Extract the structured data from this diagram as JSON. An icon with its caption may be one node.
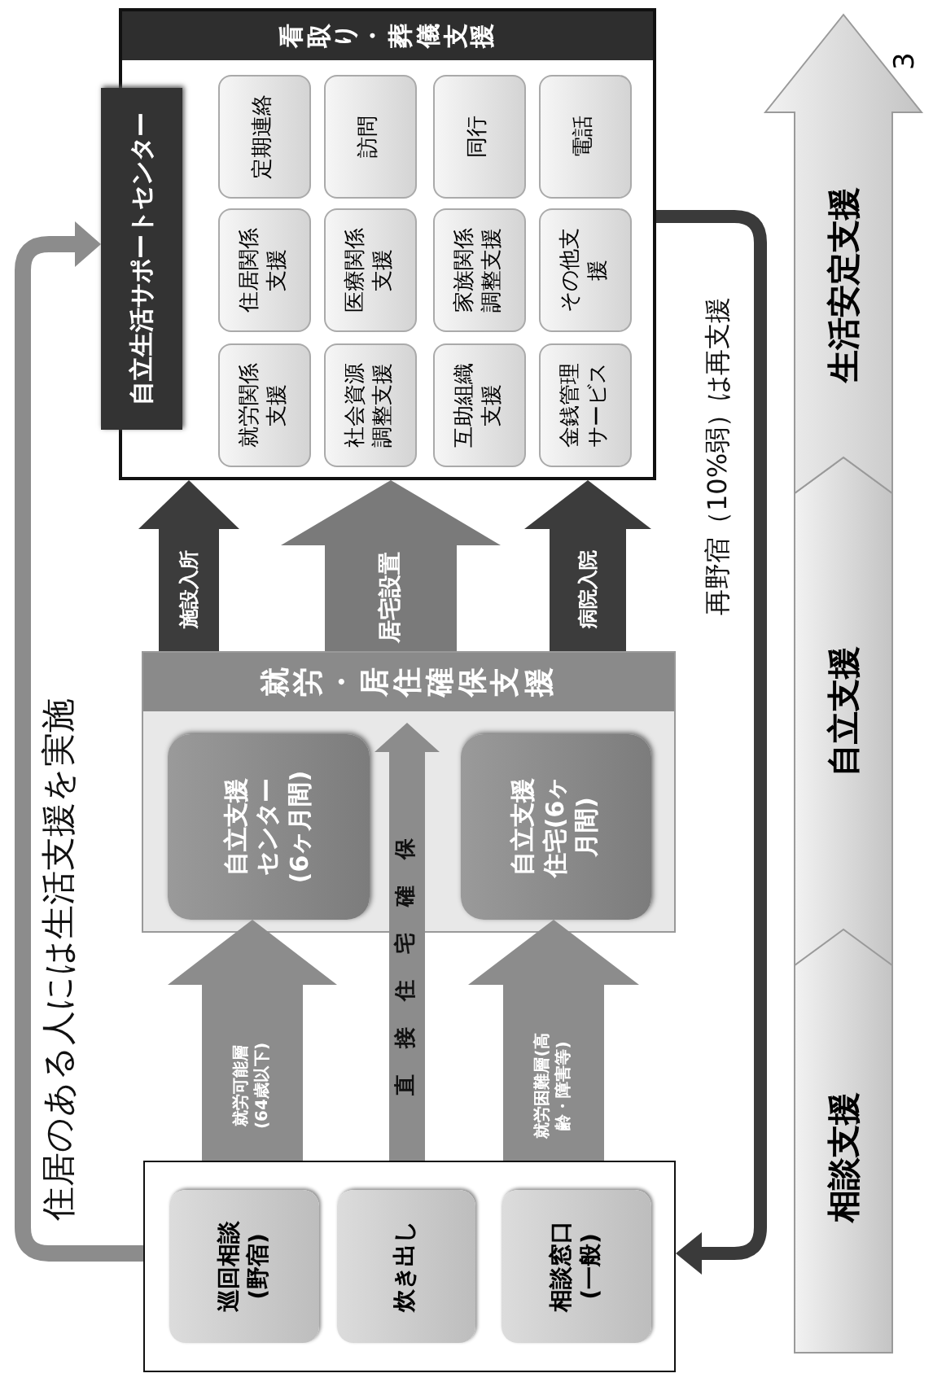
{
  "diagram": {
    "nodes": [
      {
        "text": [],
        "shape": "box"
      },
      {
        "text": [
          "巡回相談(野宿)"
        ],
        "in": 0
      },
      {
        "text": [
          "炊き出し"
        ],
        "in": 0
      },
      {
        "text": [
          "相談窓口(一般)"
        ],
        "in": 0
      },
      {
        "text": [
          "就労・居住確保支援"
        ]
      },
      {
        "text": [
          "自立支援センター(6ヶ月間)"
        ],
        "in": 4
      },
      {
        "text": [
          "自立支援住宅(6ヶ月間)"
        ],
        "in": 4
      },
      {
        "text": [
          "自立生活サポートセンター"
        ]
      },
      {
        "text": [
          "看取り・葬儀支援"
        ]
      },
      {
        "text": [
          "就労関係支援"
        ],
        "in": 8
      },
      {
        "text": [
          "住居関係支援"
        ],
        "in": 8
      },
      {
        "text": [
          "定期連絡"
        ],
        "in": 8
      },
      {
        "text": [
          "社会資源調整支援"
        ],
        "in": 8
      },
      {
        "text": [
          "医療関係支援"
        ],
        "in": 8
      },
      {
        "text": [
          "訪問"
        ],
        "in": 8
      },
      {
        "text": [
          "互助組織支援"
        ],
        "in": 8
      },
      {
        "text": [
          "家族関係調整支援"
        ],
        "in": 8
      },
      {
        "text": [
          "同行"
        ],
        "in": 8
      },
      {
        "text": [
          "金銭管理サービス"
        ],
        "in": 8
      },
      {
        "text": [
          "その他支援"
        ],
        "in": 8
      },
      {
        "text": [
          "電話"
        ],
        "in": 8
      },
      {
        "text": [
          "相談支援"
        ]
      },
      {
        "text": [
          "自立支援"
        ]
      },
      {
        "text": [
          "生活安定支援"
        ]
      }
    ],
    "edges": [
      {
        "from": 0,
        "to": 5,
        "arrow": "to",
        "label": "就労可能層(64歳以下)"
      },
      {
        "from": 0,
        "to": 6,
        "arrow": "to",
        "label": "就労困難層(高齢・障害等)"
      },
      {
        "from": 0,
        "to": 4,
        "arrow": "to",
        "label": "直接住宅確保"
      },
      {
        "from": 4,
        "to": 8,
        "arrow": "to",
        "label": "施設入所",
        "color": "#3c3c3c"
      },
      {
        "from": 4,
        "to": 8,
        "arrow": "to",
        "label": "居宅設置",
        "style": "thick",
        "color": "#7a7a7a"
      },
      {
        "from": 4,
        "to": 8,
        "arrow": "to",
        "label": "病院入院",
        "color": "#3c3c3c"
      },
      {
        "from": 0,
        "to": 7,
        "arrow": "to",
        "label": "住居のある人には生活支援を実施"
      },
      {
        "from": 8,
        "to": 0,
        "arrow": "to",
        "label": "再野宿（10%弱）は再支援",
        "color": "#3a3a3a"
      }
    ],
    "labels": [
      "3"
    ]
  }
}
